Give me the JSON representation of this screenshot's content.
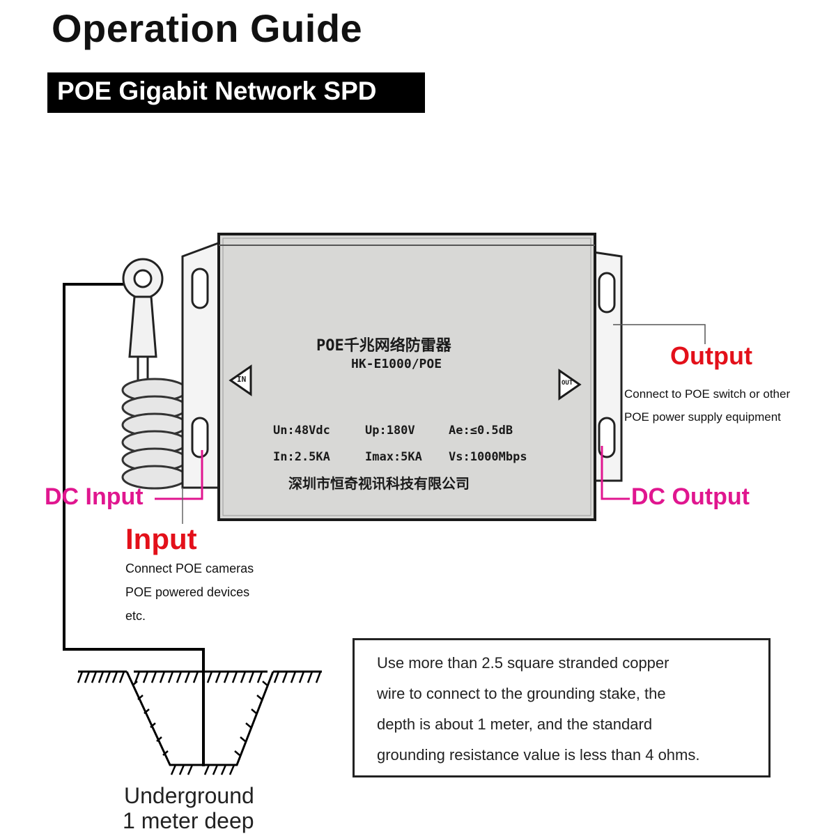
{
  "title": "Operation Guide",
  "subtitle": "POE Gigabit Network SPD",
  "device": {
    "name_cn": "POE千兆网络防雷器",
    "model": "HK-E1000/POE",
    "in_label": "IN",
    "out_label": "OUT",
    "spec_row1": [
      "Un:48Vdc",
      "Up:180V",
      "Ae:≤0.5dB"
    ],
    "spec_row2": [
      "In:2.5KA",
      "Imax:5KA",
      "Vs:1000Mbps"
    ],
    "maker_cn": "深圳市恒奇视讯科技有限公司",
    "colors": {
      "body": "#d8d8d6",
      "outline": "#1a1a1a"
    }
  },
  "labels": {
    "output_title": "Output",
    "output_desc": [
      "Connect to POE switch or other",
      "POE power supply equipment"
    ],
    "dc_input": "DC Input",
    "dc_output": "DC Output",
    "input_title": "Input",
    "input_desc": [
      "Connect POE cameras",
      "POE powered devices",
      "etc."
    ],
    "underground": [
      "Underground",
      "1 meter deep"
    ]
  },
  "note": [
    "Use more than 2.5 square stranded copper",
    "wire to connect to the grounding stake, the",
    "depth is about 1 meter, and the standard",
    "grounding resistance value is less than 4 ohms."
  ],
  "colors": {
    "accent_magenta": "#e0168f",
    "accent_red": "#e3101a",
    "banner_bg": "#000000"
  }
}
